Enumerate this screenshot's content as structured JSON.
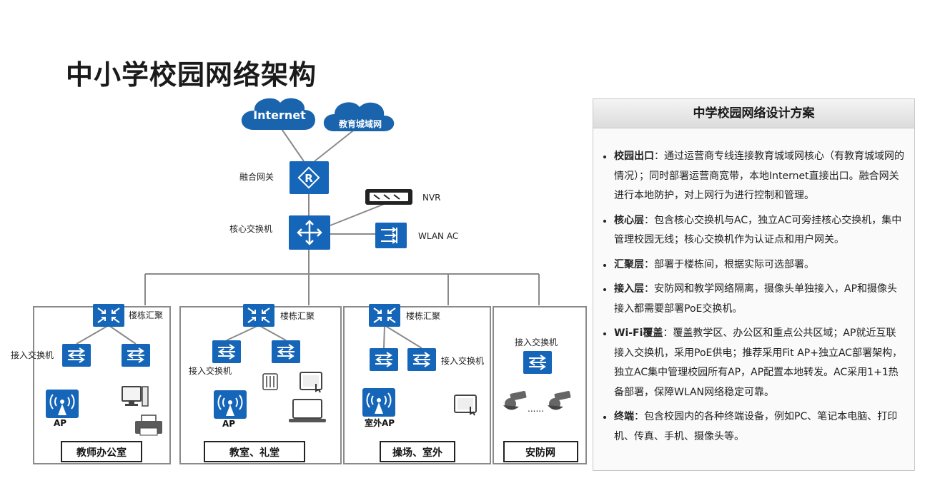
{
  "title": "中小学校园网络架构",
  "clouds": {
    "internet": "Internet",
    "edu_metro": "教育城域网"
  },
  "nodes": {
    "gateway": "融合网关",
    "core_switch": "核心交换机",
    "nvr": "NVR",
    "wlan_ac": "WLAN AC"
  },
  "zones": {
    "teacher": {
      "name": "教师办公室",
      "aggregation": "楼栋汇聚",
      "access": "接入交换机",
      "ap": "AP"
    },
    "classroom": {
      "name": "教室、礼堂",
      "aggregation": "楼栋汇聚",
      "access": "接入交换机",
      "ap": "AP"
    },
    "playground": {
      "name": "操场、室外",
      "aggregation": "楼栋汇聚",
      "access": "接入交换机",
      "ap": "室外AP"
    },
    "security": {
      "name": "安防网",
      "access": "接入交换机",
      "ellipsis": "......"
    }
  },
  "panel": {
    "title": "中学校园网络设计方案",
    "items": [
      {
        "label": "校园出口",
        "sep": "：",
        "text": "通过运营商专线连接教育城域网核心（有教育城域网的情况）；同时部署运营商宽带，本地Internet直接出口。融合网关进行本地防护，对上网行为进行控制和管理。"
      },
      {
        "label": "核心层",
        "sep": "：",
        "text": "包含核心交换机与AC，独立AC可旁挂核心交换机，集中管理校园无线；核心交换机作为认证点和用户网关。"
      },
      {
        "label": "汇聚层",
        "sep": "：",
        "text": "部署于楼栋间，根据实际可选部署。"
      },
      {
        "label": "接入层",
        "sep": "：",
        "text": "安防网和教学网络隔离，摄像头单独接入，AP和摄像头接入都需要部署PoE交换机。"
      },
      {
        "label": "Wi-Fi覆盖",
        "sep": "：",
        "text": "覆盖教学区、办公区和重点公共区域；AP就近互联接入交换机，采用PoE供电；推荐采用Fit AP+独立AC部署架构， 独立AC集中管理校园所有AP，AP配置本地转发。AC采用1+1热备部署，保障WLAN网络稳定可靠。"
      },
      {
        "label": "终端",
        "sep": "：",
        "text": "包含校园内的各种终端设备，例如PC、笔记本电脑、打印机、传真、手机、摄像头等。"
      }
    ]
  },
  "colors": {
    "device_blue": "#1565b8",
    "cloud_blue": "#1a64ae",
    "line_gray": "#8a8a8a"
  }
}
